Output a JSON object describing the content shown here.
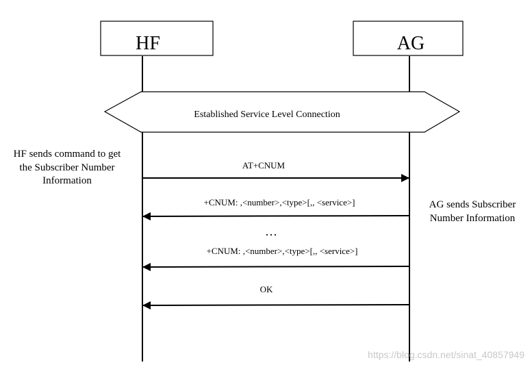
{
  "participants": {
    "hf": {
      "name": "HF"
    },
    "ag": {
      "name": "AG"
    }
  },
  "banner": {
    "label": "Established Service Level Connection"
  },
  "messages": [
    {
      "label": "AT+CNUM",
      "direction": "hf-to-ag"
    },
    {
      "label": "+CNUM: ,<number>,<type>[,, <service>]",
      "direction": "ag-to-hf"
    },
    {
      "label": "+CNUM: ,<number>,<type>[,, <service>]",
      "direction": "ag-to-hf"
    },
    {
      "label": "OK",
      "direction": "ag-to-hf"
    }
  ],
  "ellipsis": "…",
  "notes": {
    "hf": [
      "HF sends command to get",
      "the Subscriber Number",
      "Information"
    ],
    "ag": [
      "AG sends Subscriber",
      "Number Information"
    ]
  },
  "watermark": "https://blog.csdn.net/sinat_40857949",
  "colors": {
    "line": "#000000",
    "watermark": "#c8c8c8"
  }
}
